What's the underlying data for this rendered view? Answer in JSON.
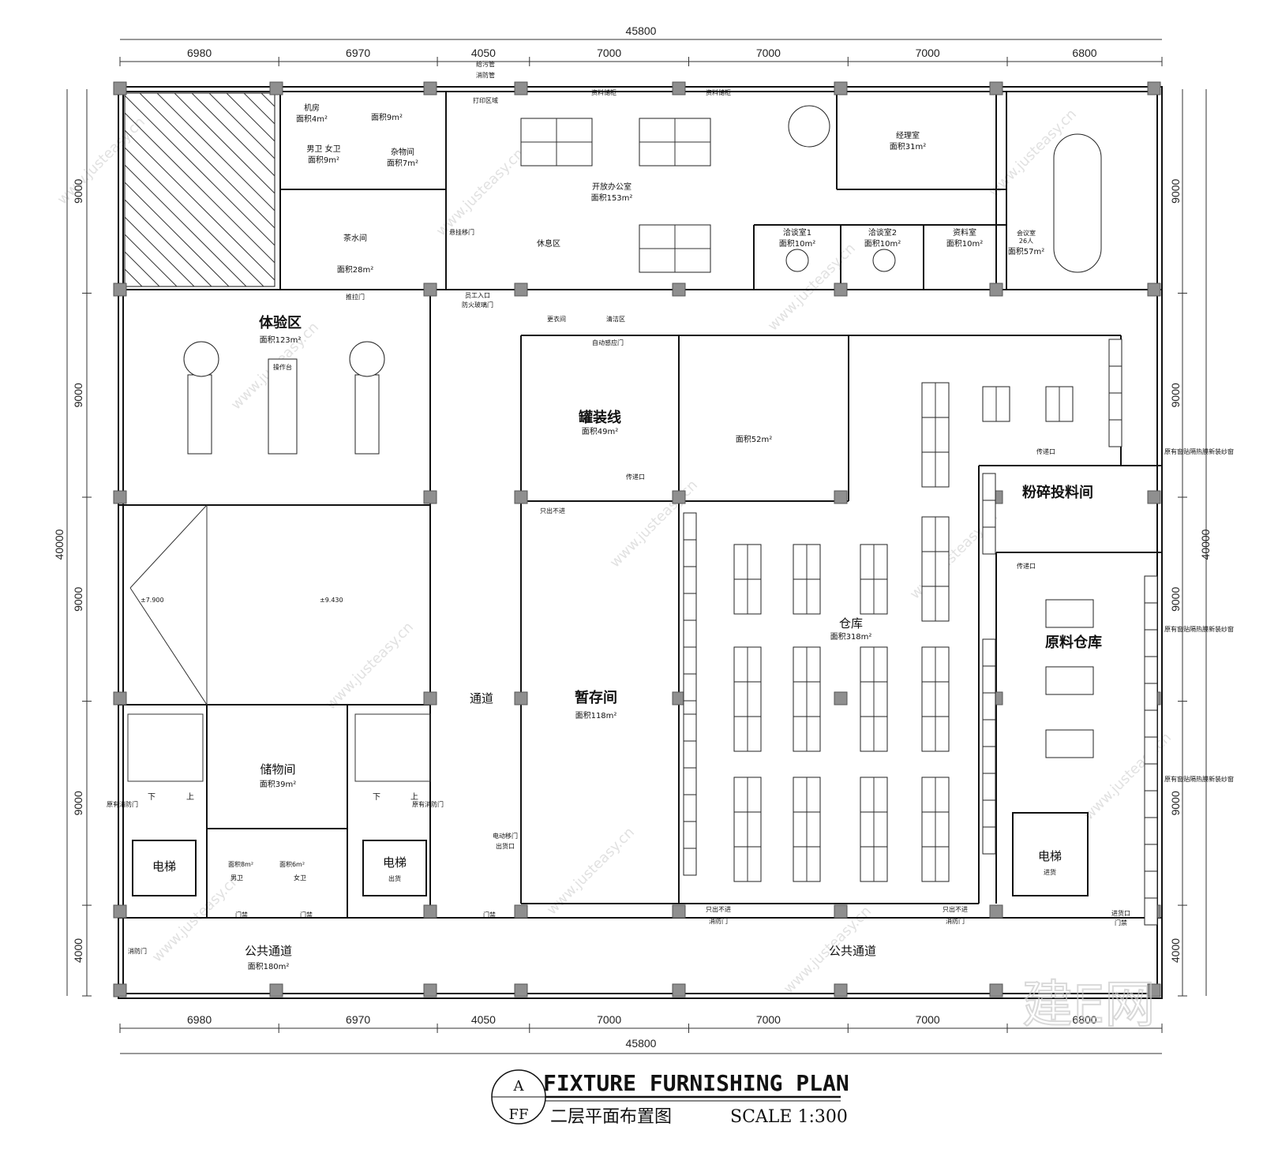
{
  "overall_width": "45800",
  "overall_height": "40000",
  "dims_top": [
    "6980",
    "6970",
    "4050",
    "7000",
    "7000",
    "7000",
    "6800"
  ],
  "dims_bottom": [
    "6980",
    "6970",
    "4050",
    "7000",
    "7000",
    "7000",
    "6800"
  ],
  "dims_left": [
    "9000",
    "9000",
    "9000",
    "9000",
    "4000"
  ],
  "dims_right": [
    "9000",
    "9000",
    "9000",
    "9000",
    "4000"
  ],
  "rooms": {
    "jifang": "机房",
    "jifang_area": "面积4m²",
    "r9": "面积9m²",
    "toilet": "男卫  女卫",
    "toilet_area": "面积9m²",
    "zawu": "杂物间",
    "zawu_area": "面积7m²",
    "chashui": "茶水间",
    "chashui_area": "面积28m²",
    "open_office": "开放办公室",
    "open_office_area": "面积153m²",
    "manager": "经理室",
    "manager_area": "面积31m²",
    "nego1": "洽谈室1",
    "nego1_area": "面积10m²",
    "nego2": "洽谈室2",
    "nego2_area": "面积10m²",
    "archive": "资料室",
    "archive_area": "面积10m²",
    "meeting": "会议室",
    "meeting_cap": "26人",
    "meeting_area": "面积57m²",
    "experience": "体验区",
    "experience_area": "面积123m²",
    "op_table": "操作台",
    "rest": "休息区",
    "canning": "罐装线",
    "canning_area": "面积49m²",
    "area52": "面积52m²",
    "grinding": "粉碎投料间",
    "warehouse": "仓库",
    "warehouse_area": "面积318m²",
    "raw_wh": "原料仓库",
    "temp_store": "暂存间",
    "temp_store_area": "面积118m²",
    "passage": "通道",
    "storage": "储物间",
    "storage_area": "面积39m²",
    "elevator": "电梯",
    "elev_cargo": "出货",
    "elev_in": "进货",
    "wc_m": "面积8m²",
    "wc_m_lbl": "男卫",
    "wc_f": "面积6m²",
    "wc_f_lbl": "女卫",
    "public1": "公共通道",
    "public1_area": "面积180m²",
    "public2": "公共通道",
    "level1": "±7.900",
    "level2": "±9.430",
    "down": "下",
    "up": "上"
  },
  "notes": {
    "print": "打印区域",
    "pipe1": "给污管",
    "pipe2": "消防管",
    "shelf1": "资料储柜",
    "shelf2": "资料储柜",
    "hang_door": "悬挂移门",
    "slide_door": "推拉门",
    "staff_entry": "员工入口",
    "fire_glass": "防火玻璃门",
    "change": "更衣间",
    "clean": "清洁区",
    "auto_door": "自动感应门",
    "pass1": "传递口",
    "pass2": "传递口",
    "pass3": "传递口",
    "out_only": "只出不进",
    "elec_door": "电动移门",
    "ship_door": "出货口",
    "fire_door": "消防门",
    "in_door": "进货口",
    "orig_window": "原有窗贴隔热膜新装纱窗",
    "orig_fire": "原有消防门",
    "door": "门禁"
  },
  "title": {
    "circle_top": "A",
    "circle_bottom": "FF",
    "main": "FIXTURE FURNISHING PLAN",
    "sub": "二层平面布置图",
    "scale": "SCALE 1:300"
  },
  "watermark": {
    "site": "www.justeasy.cn",
    "brand": "建E网"
  },
  "colors": {
    "line": "#111111",
    "column": "#8f8f8f",
    "watermark": "#c9c9c9"
  }
}
